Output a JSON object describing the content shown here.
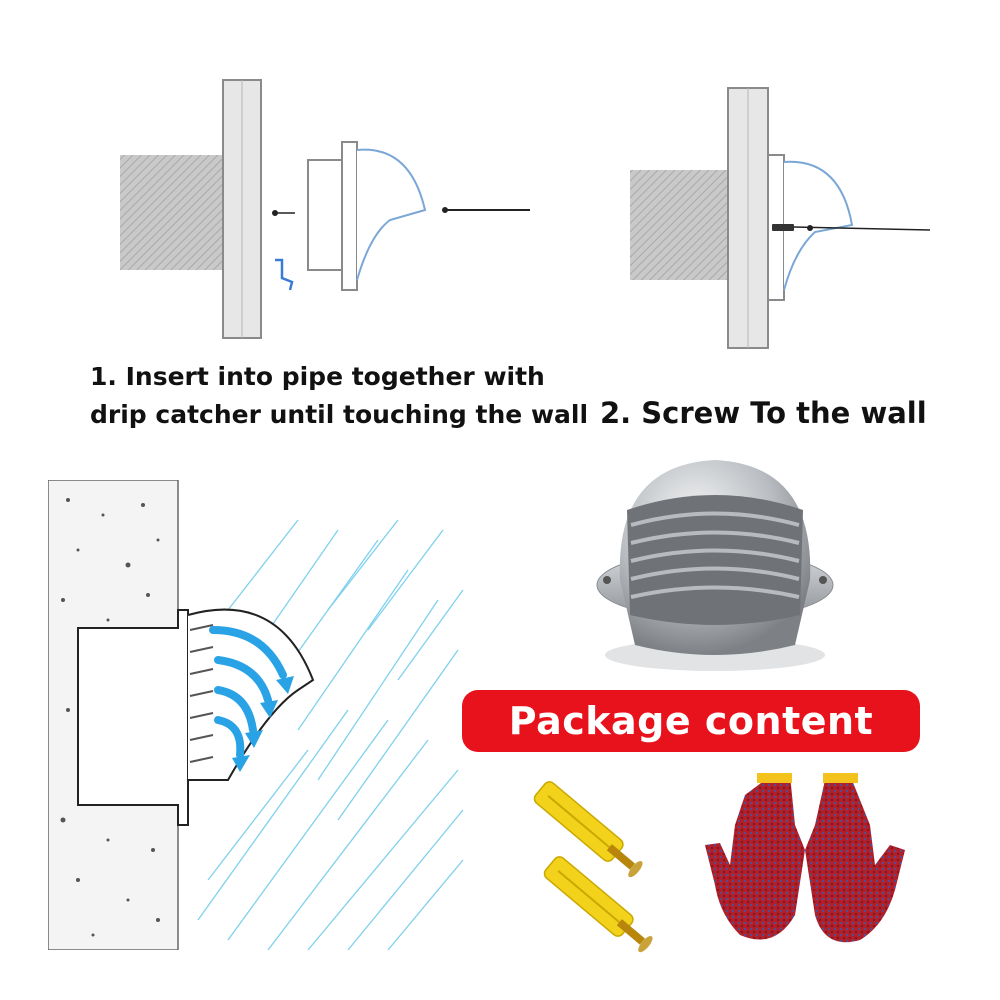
{
  "steps": [
    {
      "number_label": "1. Insert into pipe together with",
      "line2": "drip catcher until touching the wall"
    },
    {
      "number_label": "2. Screw To the wall"
    }
  ],
  "package": {
    "label": "Package content",
    "items": [
      "wall-anchor-screw-icon",
      "wall-anchor-screw-icon",
      "work-gloves-icon"
    ]
  },
  "colors": {
    "banner": "#e8121c",
    "airflow": "#2aa3e6",
    "rain": "#7fd0ee",
    "steel": "#b8bcc0",
    "anchor": "#f3d21c",
    "glove": "#b0202a"
  }
}
